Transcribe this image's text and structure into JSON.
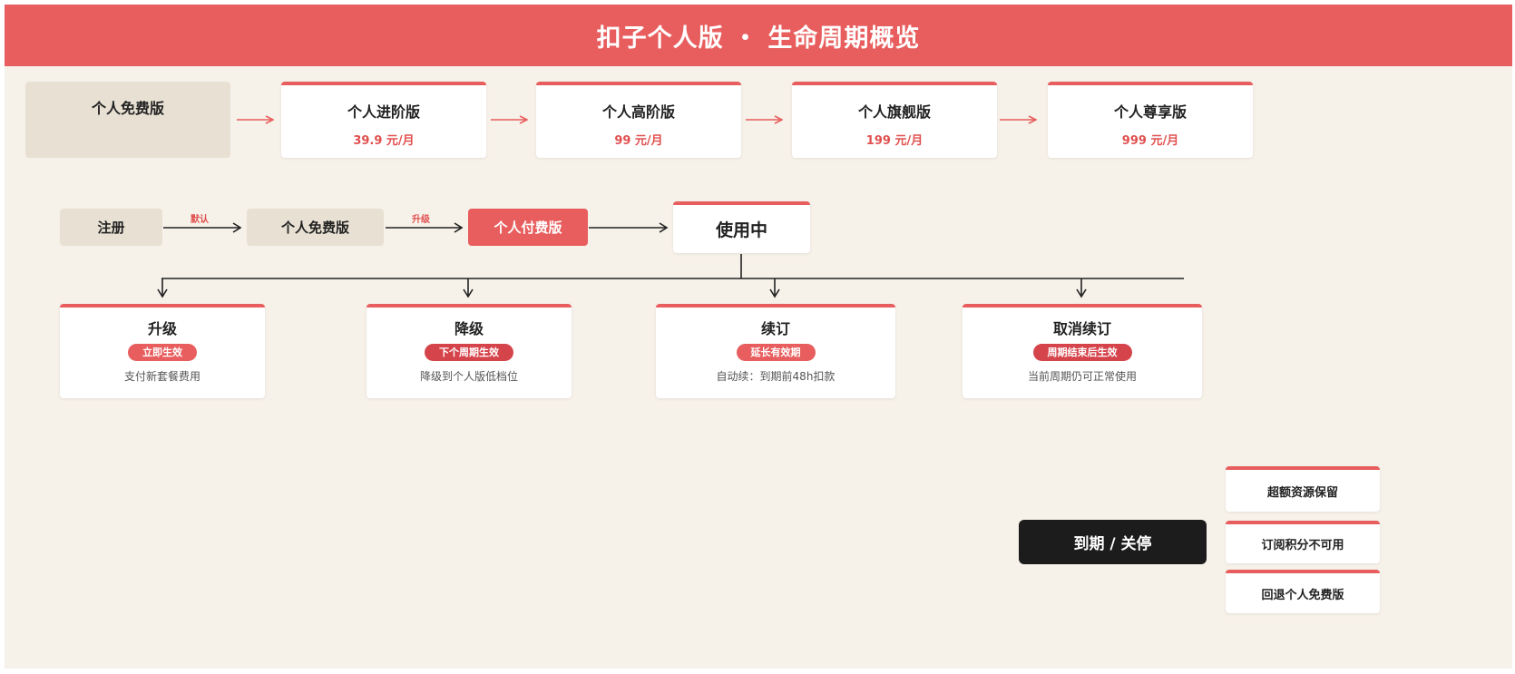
{
  "header": {
    "title": "扣子个人版 ・ 生命周期概览"
  },
  "plans": [
    {
      "name": "个人免费版",
      "price": ""
    },
    {
      "name": "个人进阶版",
      "price": "39.9 元/月"
    },
    {
      "name": "个人高阶版",
      "price": "99 元/月"
    },
    {
      "name": "个人旗舰版",
      "price": "199 元/月"
    },
    {
      "name": "个人尊享版",
      "price": "999 元/月"
    }
  ],
  "flow": {
    "register": "注册",
    "free": "个人免费版",
    "paid": "个人付费版",
    "in_use": "使用中",
    "label_default": "默认",
    "label_upgrade": "升级"
  },
  "actions": [
    {
      "title": "升级",
      "badge": "立即生效",
      "desc": "支付新套餐费用"
    },
    {
      "title": "降级",
      "badge": "下个周期生效",
      "desc": "降级到个人版低档位"
    },
    {
      "title": "续订",
      "badge": "延长有效期",
      "desc": "自动续：到期前48h扣款"
    },
    {
      "title": "取消续订",
      "badge": "周期结束后生效",
      "desc": "当前周期仍可正常使用"
    }
  ],
  "expire": {
    "label": "到期 / 关停"
  },
  "results": [
    "超额资源保留",
    "订阅积分不可用",
    "回退个人免费版"
  ],
  "colors": {
    "accent": "#e85e5e",
    "background": "#f6f1e9",
    "beige": "#e8e1d3",
    "dark": "#1c1c1c"
  }
}
